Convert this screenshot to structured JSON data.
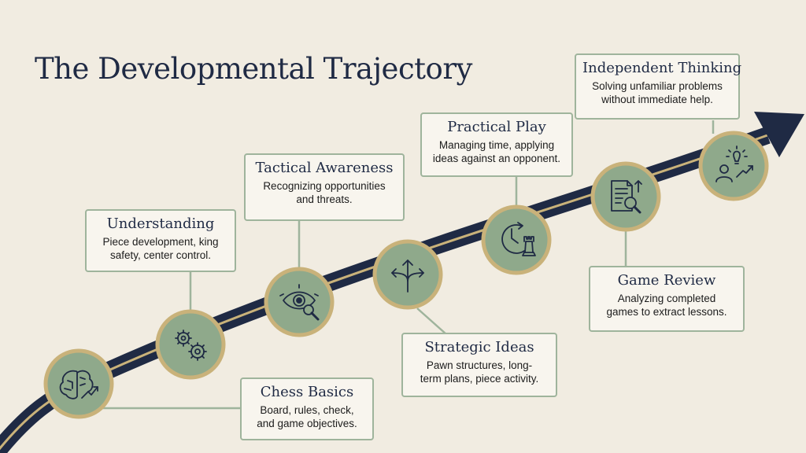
{
  "title": "The Developmental Trajectory",
  "colors": {
    "background": "#f1ece1",
    "path_navy": "#1f2a44",
    "accent_gold": "#c9b27a",
    "node_fill": "#8fa98b",
    "card_border": "#9fb49c"
  },
  "stages": [
    {
      "id": "chess-basics",
      "title": "Chess Basics",
      "description_lines": [
        "Board, rules, check,",
        "and game objectives."
      ],
      "icon": "brain-growth-icon"
    },
    {
      "id": "understanding",
      "title": "Understanding",
      "description_lines": [
        "Piece development, king",
        "safety, center control."
      ],
      "icon": "gears-icon"
    },
    {
      "id": "tactical-awareness",
      "title": "Tactical Awareness",
      "description_lines": [
        "Recognizing opportunities",
        "and threats."
      ],
      "icon": "eye-magnifier-icon"
    },
    {
      "id": "strategic-ideas",
      "title": "Strategic Ideas",
      "description_lines": [
        "Pawn structures, long-",
        "term plans, piece activity."
      ],
      "icon": "branching-arrows-icon"
    },
    {
      "id": "practical-play",
      "title": "Practical Play",
      "description_lines": [
        "Managing time, applying",
        "ideas against an opponent."
      ],
      "icon": "clock-rook-icon"
    },
    {
      "id": "game-review",
      "title": "Game Review",
      "description_lines": [
        "Analyzing completed",
        "games to extract lessons."
      ],
      "icon": "document-magnifier-icon"
    },
    {
      "id": "independent-thinking",
      "title": "Independent Thinking",
      "description_lines": [
        "Solving unfamiliar problems",
        "without immediate help."
      ],
      "icon": "person-lightbulb-icon"
    }
  ]
}
